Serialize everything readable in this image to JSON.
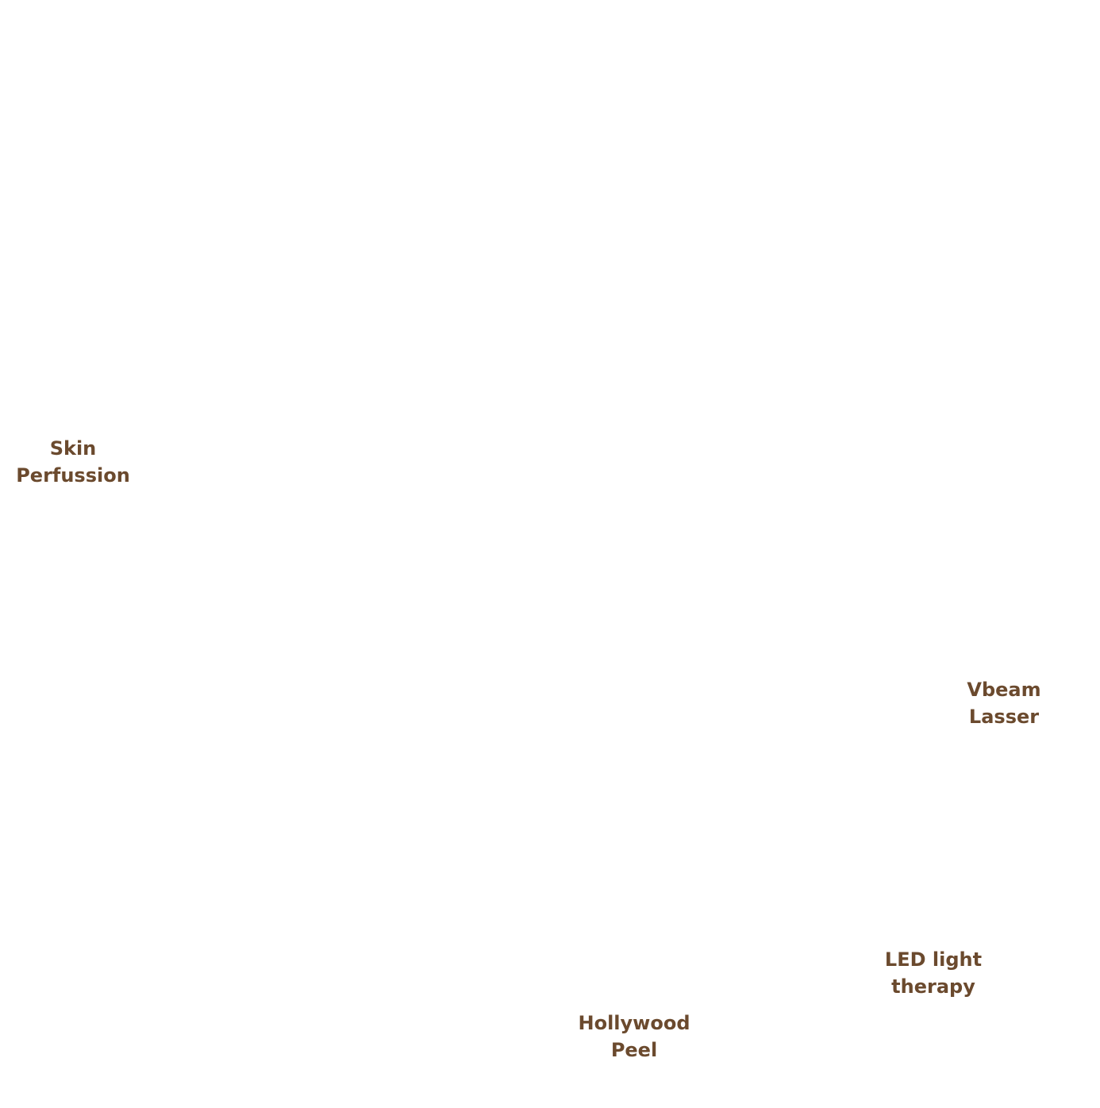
{
  "treatments": [
    {
      "line1": "Skin",
      "line2": "Perfussion"
    },
    {
      "line1": "Vbeam",
      "line2": "Lasser"
    },
    {
      "line1": "LED light",
      "line2": "therapy"
    },
    {
      "line1": "Hollywood",
      "line2": "Peel"
    }
  ],
  "colors": {
    "label_text": "#6b4a2e",
    "background": "#ffffff"
  }
}
